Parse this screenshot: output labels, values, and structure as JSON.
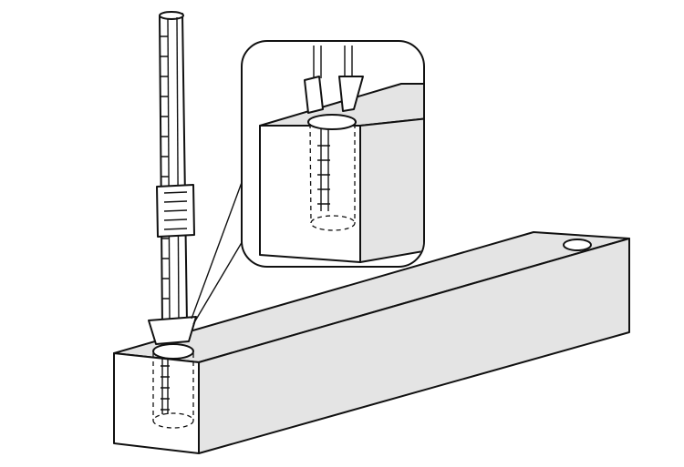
{
  "colors": {
    "line": "#111111",
    "shade": "#e4e4e4",
    "background": "#ffffff"
  },
  "parts": [
    "beam",
    "post",
    "post-foot",
    "detail-callout"
  ]
}
